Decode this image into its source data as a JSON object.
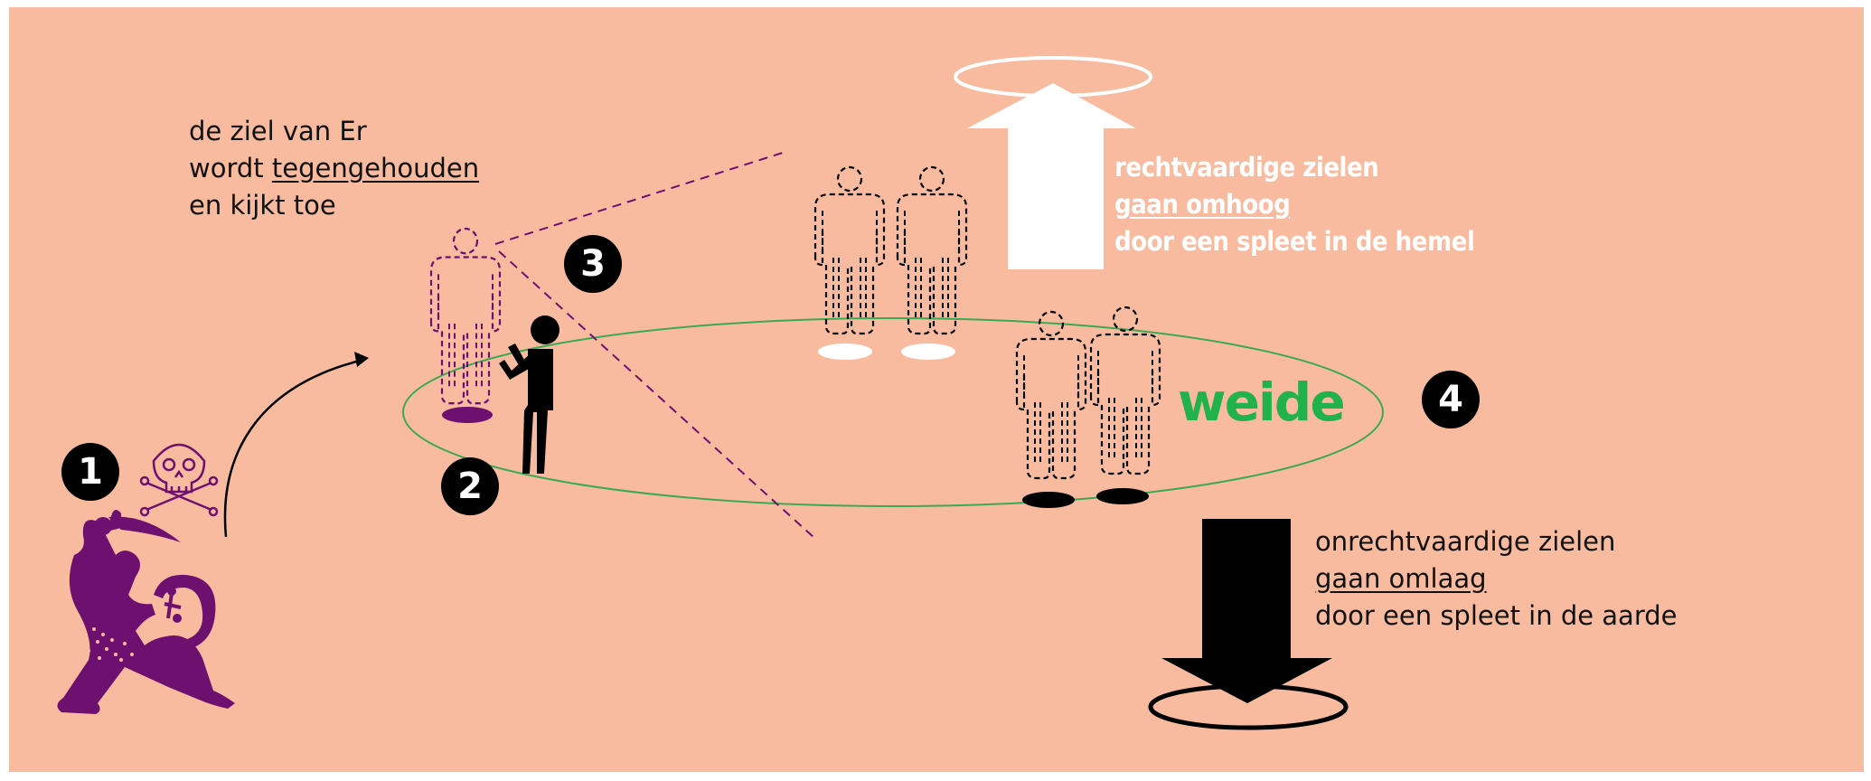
{
  "colors": {
    "background": "#f9bba0",
    "soul_of_er": "#6d106f",
    "meadow": "#22b24c",
    "just_souls": "#ffffff",
    "unjust_souls": "#000000"
  },
  "er_caption": {
    "line1": "de ziel van Er",
    "line2_plain": "wordt ",
    "line2_underlined": "tegengehouden",
    "line3": "en kijkt toe"
  },
  "just_caption": {
    "line1": "rechtvaardige zielen",
    "line2_underlined": "gaan omhoog",
    "line3": "door een spleet in de hemel"
  },
  "unjust_caption": {
    "line1": "onrechtvaardige zielen",
    "line2_underlined": "gaan omlaag",
    "line3": "door een spleet in de aarde"
  },
  "meadow_label": "weide",
  "step_badges": [
    "1",
    "2",
    "3",
    "4"
  ],
  "icons": [
    "skull-crossbones-icon",
    "warrior-figure-icon",
    "up-arrow-icon",
    "down-arrow-icon",
    "halo-ring-icon",
    "chasm-ring-icon"
  ]
}
